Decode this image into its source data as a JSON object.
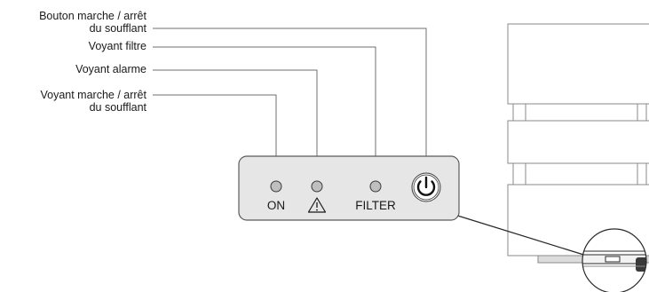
{
  "callouts": [
    {
      "line1": "Bouton marche / arrêt",
      "line2": "du soufflant"
    },
    {
      "line1": "Voyant filtre"
    },
    {
      "line1": "Voyant alarme"
    },
    {
      "line1": "Voyant marche / arrêt",
      "line2": "du soufflant"
    }
  ],
  "panel": {
    "on_label": "ON",
    "filter_label": "FILTER",
    "alarm_symbol": "warning-triangle",
    "power_symbol": "power-icon"
  },
  "colors": {
    "line": "#6f6f6f",
    "panel_fill": "#e6e6e6",
    "panel_border": "#5a5a5a",
    "led_fill": "#bfbfbf",
    "unit_line": "#8a8a8a"
  }
}
